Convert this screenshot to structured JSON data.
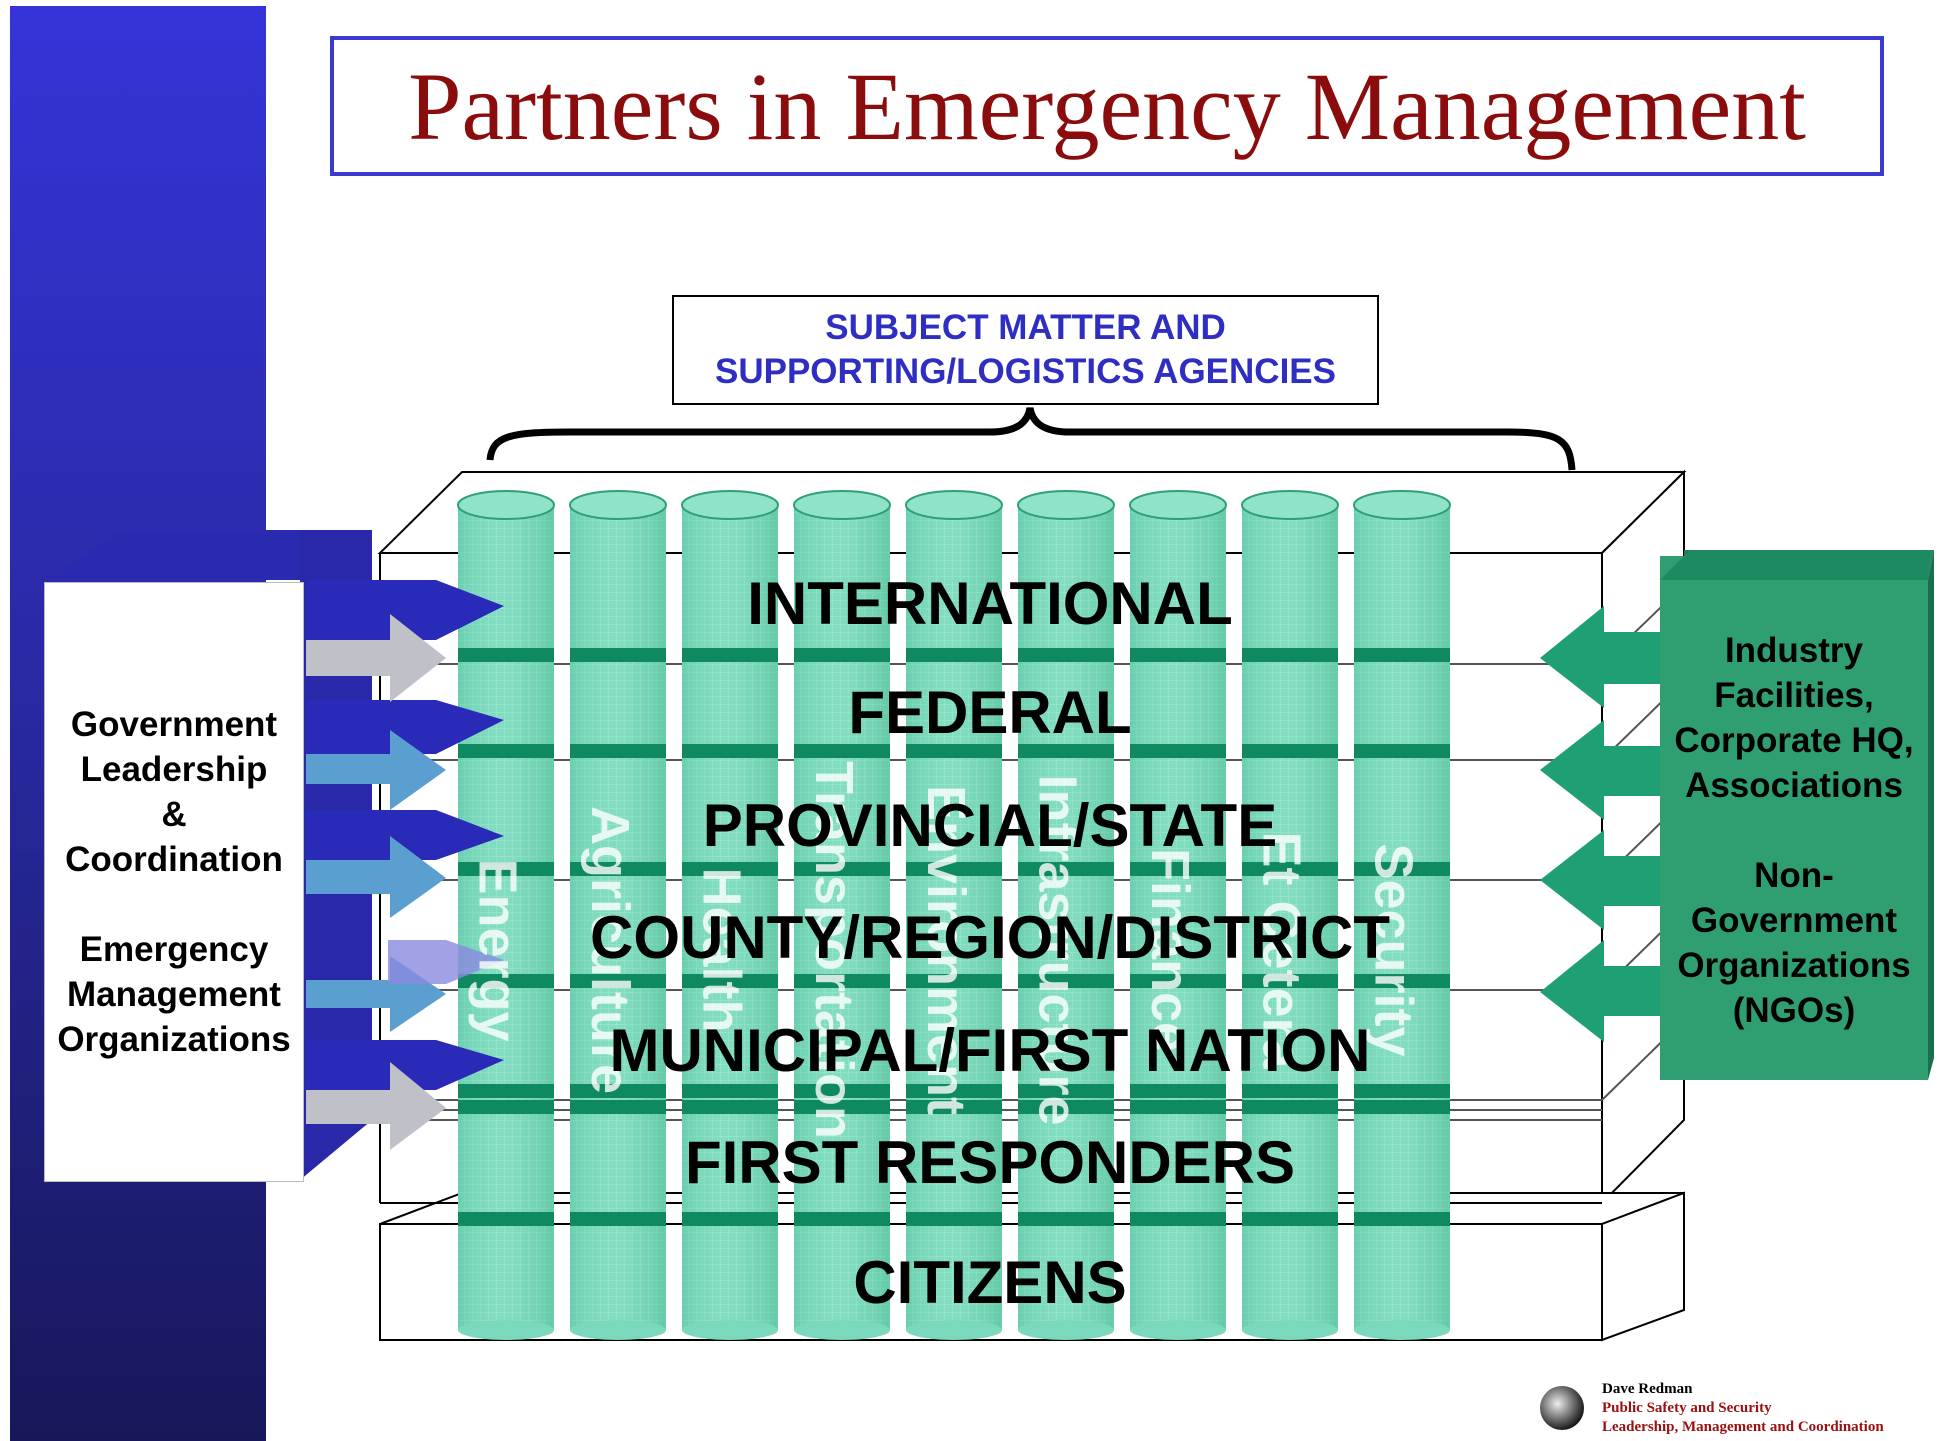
{
  "title": "Partners in Emergency Management",
  "subject_box": {
    "line1": "SUBJECT MATTER AND",
    "line2": "SUPPORTING/LOGISTICS AGENCIES"
  },
  "levels": [
    "INTERNATIONAL",
    "FEDERAL",
    "PROVINCIAL/STATE",
    "COUNTY/REGION/DISTRICT",
    "MUNICIPAL/FIRST NATION",
    "FIRST RESPONDERS",
    "CITIZENS"
  ],
  "sectors": [
    "Energy",
    "Agriculture",
    "Health",
    "Transportation",
    "Environment",
    "Infrastructure",
    "Finance",
    "Et Cetera",
    "Security"
  ],
  "left_panel": {
    "line1": "Government",
    "line2": "Leadership",
    "line3": "&",
    "line4": "Coordination",
    "line5": "Emergency",
    "line6": "Management",
    "line7": "Organizations"
  },
  "right_panel": {
    "line1": "Industry",
    "line2": "Facilities,",
    "line3": "Corporate HQ,",
    "line4": "Associations",
    "line5": "Non-",
    "line6": "Government",
    "line7": "Organizations",
    "line8": "(NGOs)"
  },
  "footer": {
    "name": "Dave Redman",
    "line1": "Public Safety and Security",
    "line2": "Leadership, Management and Coordination"
  },
  "colors": {
    "title": "#8b0c0c",
    "title_border": "#3a3ad0",
    "subject_text": "#2e2ec2",
    "left_bar": "#2a2aa6",
    "cylinder": "#7ad9bc",
    "cylinder_band": "#0f8a60",
    "right_panel": "#2f9f72",
    "right_arrow": "#1a9a70",
    "left_arrow": "#2a2ab8"
  }
}
